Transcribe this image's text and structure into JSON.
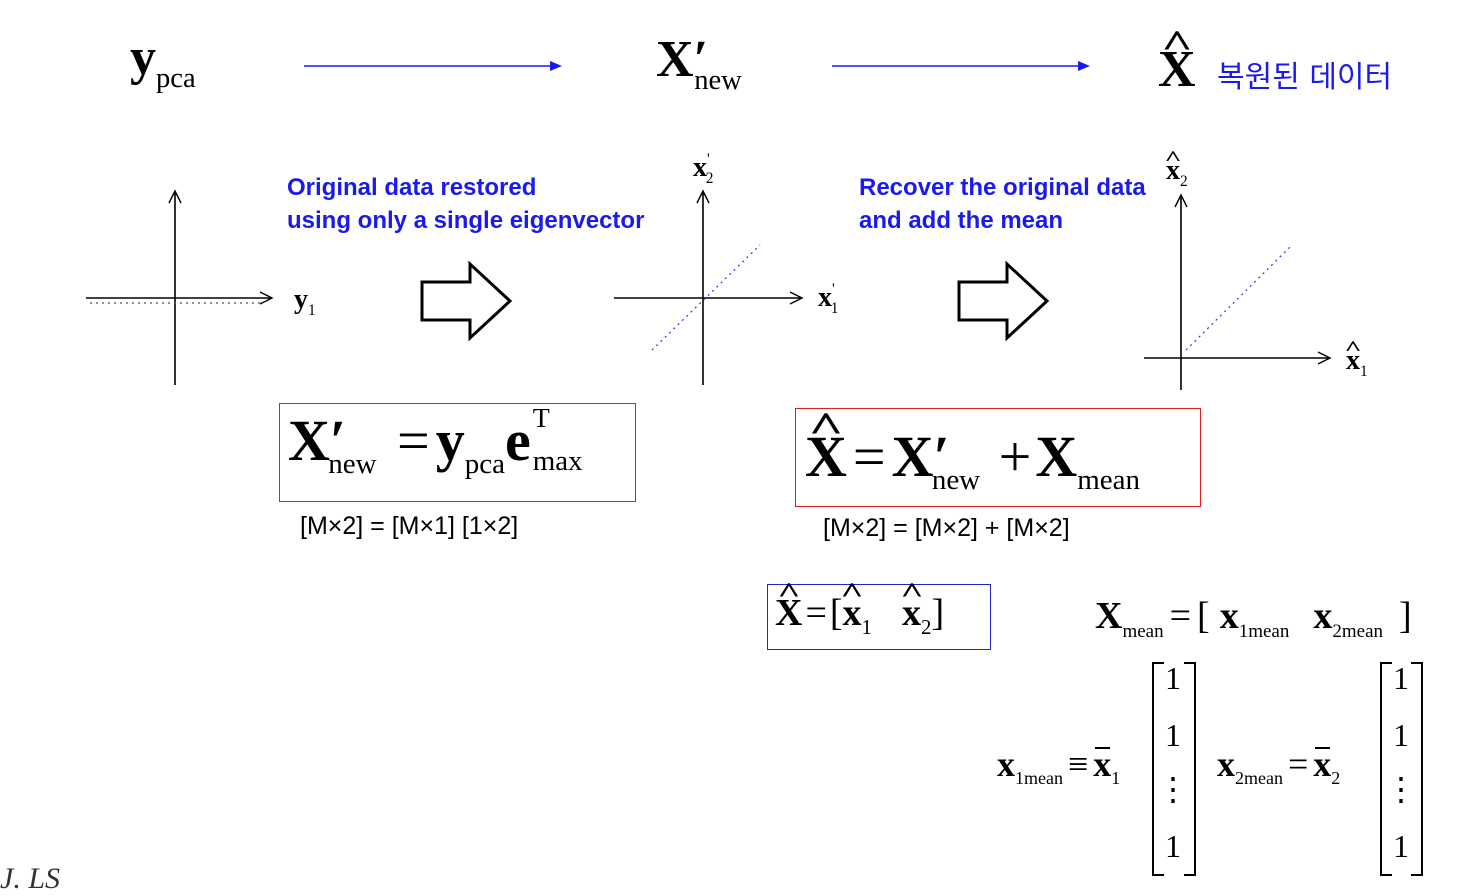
{
  "flow": {
    "y_pca": {
      "base": "y",
      "sub": "pca"
    },
    "x_new": {
      "base": "X",
      "prime": "′",
      "sub": "new"
    },
    "x_hat": {
      "base": "X"
    },
    "korean_label": "복원된 데이터"
  },
  "captions": {
    "left_line1": "Original data restored",
    "left_line2": "using only a single eigenvector",
    "right_line1": "Recover the original data",
    "right_line2": "and add the mean"
  },
  "axes": {
    "plot1_x": {
      "base": "y",
      "sub": "1"
    },
    "plot2_x": {
      "base": "x",
      "sup": "'",
      "sub": "1"
    },
    "plot2_y": {
      "base": "x",
      "sup": "'",
      "sub": "2"
    },
    "plot3_x": {
      "base": "x",
      "sub": "1"
    },
    "plot3_y": {
      "base": "x",
      "sub": "2"
    }
  },
  "eq1": {
    "lhs": "X",
    "lhs_prime": "′",
    "lhs_sub": "new",
    "eq": "=",
    "y": "y",
    "y_sub": "pca",
    "e": "e",
    "e_sup": "T",
    "e_sub": "max",
    "dims": "[M×2] = [M×1] [1×2]"
  },
  "eq2": {
    "lhs": "X",
    "eq": "=",
    "x": "X",
    "x_prime": "′",
    "x_sub": "new",
    "plus": "+",
    "m": "X",
    "m_sub": "mean",
    "dims": "[M×2] = [M×2] + [M×2]"
  },
  "eq3": {
    "lhs": "X",
    "eq": "=",
    "open": "[",
    "x1": "x",
    "x1_sub": "1",
    "x2": "x",
    "x2_sub": "2",
    "close": "]"
  },
  "eq4": {
    "lhs": "X",
    "lhs_sub": "mean",
    "eq": "=",
    "open": "[",
    "a": "x",
    "a_sub": "1mean",
    "b": "x",
    "b_sub": "2mean",
    "close": "]"
  },
  "eq5": {
    "lhs": "x",
    "lhs_sub": "1mean",
    "eq": "≡",
    "bar": "x",
    "bar_sub": "1",
    "ones": [
      "1",
      "1",
      "⋮",
      "1"
    ]
  },
  "eq6": {
    "lhs": "x",
    "lhs_sub": "2mean",
    "eq": "=",
    "bar": "x",
    "bar_sub": "2",
    "ones": [
      "1",
      "1",
      "⋮",
      "1"
    ]
  },
  "footer": "J. LS"
}
